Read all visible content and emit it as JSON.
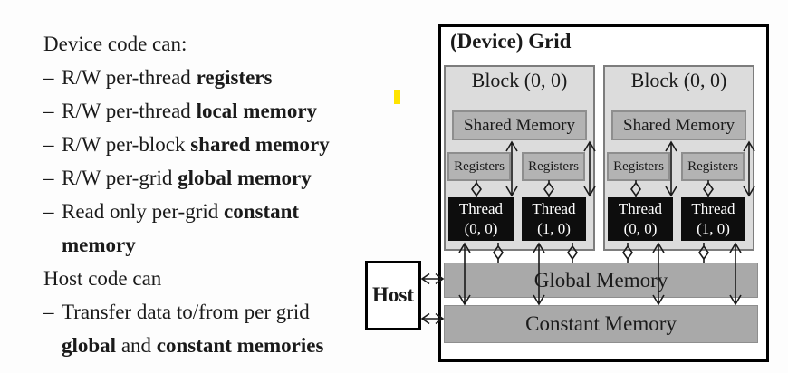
{
  "left_panel": {
    "bullet_marker": "–",
    "heading1": "Device code can:",
    "device_bullets": [
      {
        "pre": "R/W per-thread ",
        "bold": "registers"
      },
      {
        "pre": "R/W per-thread ",
        "bold": "local memory"
      },
      {
        "pre": "R/W per-block ",
        "bold": "shared memory"
      },
      {
        "pre": "R/W per-grid ",
        "bold": "global memory"
      },
      {
        "pre": "Read only per-grid ",
        "bold": "constant memory"
      }
    ],
    "heading2": "Host code can",
    "host_bullet": {
      "pre": "Transfer data to/from per grid ",
      "bold1": "global",
      "mid": " and ",
      "bold2": "constant memories"
    }
  },
  "diagram": {
    "grid_title": "(Device) Grid",
    "host_label": "Host",
    "global_memory_label": "Global Memory",
    "constant_memory_label": "Constant Memory",
    "blocks": [
      {
        "title": "Block (0, 0)",
        "shared_label": "Shared Memory",
        "registers": [
          "Registers",
          "Registers"
        ],
        "threads": [
          {
            "line1": "Thread",
            "line2": "(0, 0)"
          },
          {
            "line1": "Thread",
            "line2": "(1, 0)"
          }
        ]
      },
      {
        "title": "Block (0, 0)",
        "shared_label": "Shared Memory",
        "registers": [
          "Registers",
          "Registers"
        ],
        "threads": [
          {
            "line1": "Thread",
            "line2": "(0, 0)"
          },
          {
            "line1": "Thread",
            "line2": "(1, 0)"
          }
        ]
      }
    ],
    "colors": {
      "grid_border": "#000000",
      "block_bg": "#dcdcdc",
      "block_border": "#7d7d7d",
      "bar_bg": "#b3b3b3",
      "bar_border": "#8e8e8e",
      "memory_band_bg": "#a9a9a9",
      "thread_bg": "#0d0d0d",
      "thread_text": "#ffffff",
      "text": "#1a1a1a",
      "highlight_mark": "#ffe400"
    }
  }
}
